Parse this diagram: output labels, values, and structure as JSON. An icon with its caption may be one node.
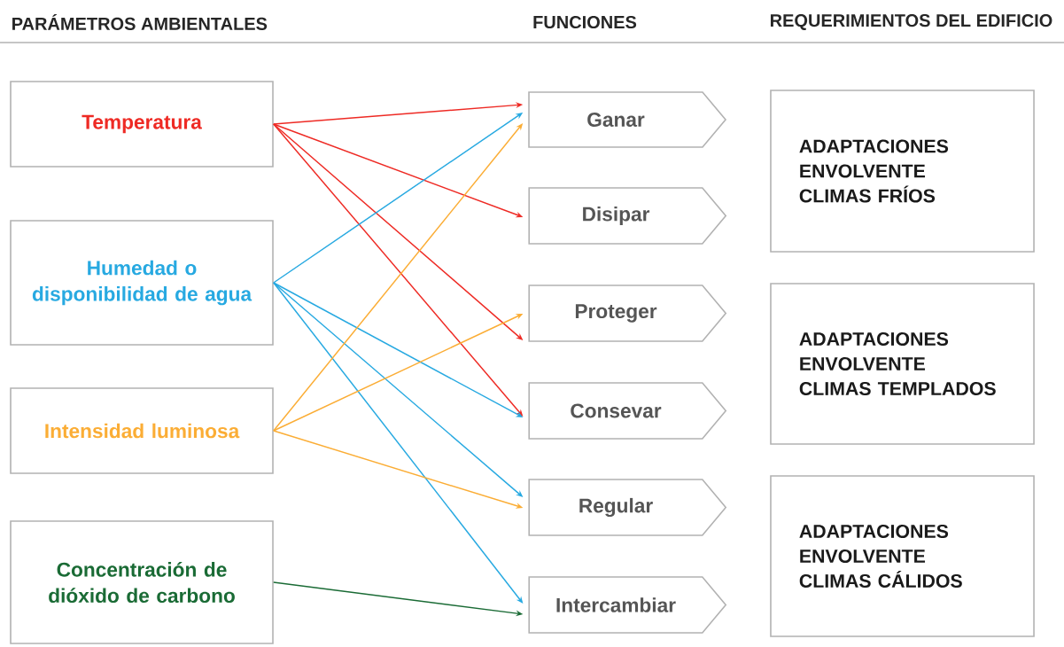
{
  "diagram": {
    "nodes": [
      {
        "text": [
          "Temperatura"
        ]
      },
      {
        "text": [
          "Humedad o disponibilidad de agua"
        ]
      },
      {
        "text": [
          "Intensidad luminosa"
        ]
      },
      {
        "text": [
          "Concentración de dióxido de carbono"
        ]
      },
      {
        "text": [
          "Ganar"
        ]
      },
      {
        "text": [
          "Disipar"
        ]
      },
      {
        "text": [
          "Proteger"
        ]
      },
      {
        "text": [
          "Consevar"
        ]
      },
      {
        "text": [
          "Regular"
        ]
      },
      {
        "text": [
          "Intercambiar"
        ]
      },
      {
        "text": [
          "ADAPTACIONES ENVOLVENTE CLIMAS FRÍOS"
        ]
      },
      {
        "text": [
          "ADAPTACIONES ENVOLVENTE CLIMAS TEMPLADOS"
        ]
      },
      {
        "text": [
          "ADAPTACIONES ENVOLVENTE CLIMAS CÁLIDOS"
        ]
      }
    ],
    "edges": [
      {
        "from": 0,
        "to": 4,
        "arrow": "to",
        "color": "#ee2a24"
      },
      {
        "from": 0,
        "to": 5,
        "arrow": "to",
        "color": "#ee2a24"
      },
      {
        "from": 0,
        "to": 6,
        "arrow": "to",
        "color": "#ee2a24"
      },
      {
        "from": 0,
        "to": 7,
        "arrow": "to",
        "color": "#ee2a24"
      },
      {
        "from": 1,
        "to": 4,
        "arrow": "to",
        "color": "#27a9e1"
      },
      {
        "from": 1,
        "to": 7,
        "arrow": "to",
        "color": "#27a9e1"
      },
      {
        "from": 1,
        "to": 8,
        "arrow": "to",
        "color": "#27a9e1"
      },
      {
        "from": 1,
        "to": 9,
        "arrow": "to",
        "color": "#27a9e1"
      },
      {
        "from": 2,
        "to": 4,
        "arrow": "to",
        "color": "#fbad35"
      },
      {
        "from": 2,
        "to": 6,
        "arrow": "to",
        "color": "#fbad35"
      },
      {
        "from": 2,
        "to": 8,
        "arrow": "to",
        "color": "#fbad35"
      },
      {
        "from": 3,
        "to": 9,
        "arrow": "to",
        "color": "#1a6b35"
      }
    ],
    "labels": [
      "PARÁMETROS AMBIENTALES",
      "FUNCIONES",
      "REQUERIMIENTOS DEL EDIFICIO"
    ]
  }
}
